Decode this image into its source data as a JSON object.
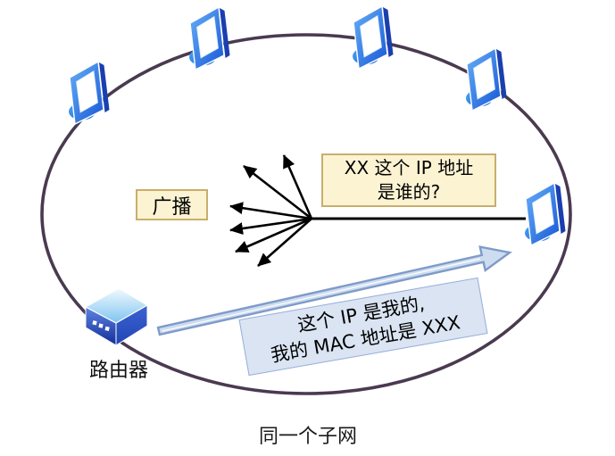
{
  "diagram": {
    "type": "network-arp-broadcast",
    "caption": "同一个子网",
    "broadcast_label": "广播",
    "router_label": "路由器",
    "arp_request": {
      "line1": "XX 这个 IP 地址",
      "line2": "是谁的?"
    },
    "arp_reply": {
      "line1": "这个 IP 是我的,",
      "line2": "我的 MAC 地址是 XXX"
    },
    "node_counts": {
      "computers": 5,
      "routers": 1
    },
    "broadcast_arrow_count": 6
  },
  "colors": {
    "subnet_ellipse_stroke": "#4A3A50",
    "computer_blue": "#2B7DE9",
    "callout_yellow_bg": "#FCF3D3",
    "callout_yellow_border": "#C9AE6B",
    "callout_blue_bg": "#DAE4F2",
    "callout_blue_border": "#97AEDB",
    "broadcast_arrows": "#000000",
    "reply_arrow_fill": "#CEDCF0",
    "reply_arrow_stroke": "#7E9BC8"
  }
}
